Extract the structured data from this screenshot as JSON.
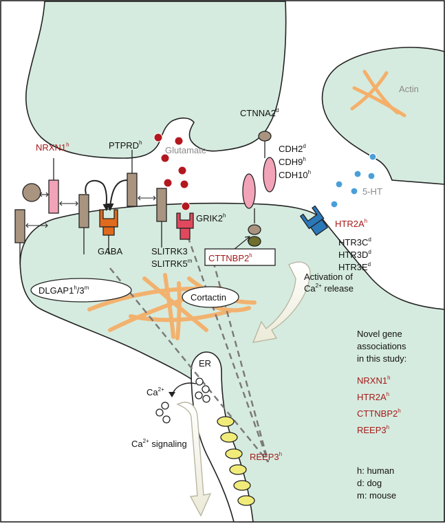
{
  "labels": {
    "nrxn1": {
      "text": "NRXN1",
      "sup": "h"
    },
    "ptprd": {
      "text": "PTPRD",
      "sup": "h"
    },
    "ctnna2": {
      "text": "CTNNA2",
      "sup": "d"
    },
    "actin": "Actin",
    "glutamate": "Glutamate",
    "cdh2": {
      "text": "CDH2",
      "sup": "d"
    },
    "cdh9": {
      "text": "CDH9",
      "sup": "h"
    },
    "cdh10": {
      "text": "CDH10",
      "sup": "h"
    },
    "ht5": "5-HT",
    "grik2": {
      "text": "GRIK2",
      "sup": "h"
    },
    "htr2a": {
      "text": "HTR2A",
      "sup": "h"
    },
    "htr3c": {
      "text": "HTR3C",
      "sup": "d"
    },
    "htr3d": {
      "text": "HTR3D",
      "sup": "d"
    },
    "htr3e": {
      "text": "HTR3E",
      "sup": "d"
    },
    "gaba": "GABA",
    "slitrk3": "SLITRK3",
    "slitrk5": {
      "text": "SLITRK5",
      "sup": "m"
    },
    "cttnbp2": {
      "text": "CTTNBP2",
      "sup": "h"
    },
    "dlgap_a": "DLGAP1",
    "dlgap_sup1": "h",
    "dlgap_b": "/3",
    "dlgap_sup2": "m",
    "cortactin": "Cortactin",
    "activation_line1": "Activation of",
    "activation_line2_pre": "Ca",
    "activation_line2_sup": "2+",
    "activation_line2_post": " release",
    "er": "ER",
    "ca_pre": "Ca",
    "ca_sup": "2+",
    "ca_signal_pre": "Ca",
    "ca_signal_sup": "2+",
    "ca_signal_post": " signaling",
    "reep3": {
      "text": "REEP3",
      "sup": "h"
    }
  },
  "legend": {
    "line1": "Novel gene",
    "line2": "associations",
    "line3": "in this study:",
    "genes": [
      {
        "text": "NRXN1",
        "sup": "h"
      },
      {
        "text": "HTR2A",
        "sup": "h"
      },
      {
        "text": "CTTNBP2",
        "sup": "h"
      },
      {
        "text": "REEP3",
        "sup": "h"
      }
    ],
    "key_h": "h: human",
    "key_d": "d: dog",
    "key_m": "m: mouse"
  },
  "colors": {
    "cell": "#d6ebdf",
    "actin": "#f4b06a",
    "pink": "#f2a3b8",
    "taupe": "#a99480",
    "red_gene": "#a31919",
    "glutamate_dot": "#b3181f",
    "serotonin_dot": "#4a9fd8",
    "gaba_receptor": "#e06a1e",
    "grik2_receptor": "#e0495d",
    "htr2a_receptor": "#2b78b8",
    "olive": "#6e6f2c",
    "reep": "#f1ec7a"
  }
}
